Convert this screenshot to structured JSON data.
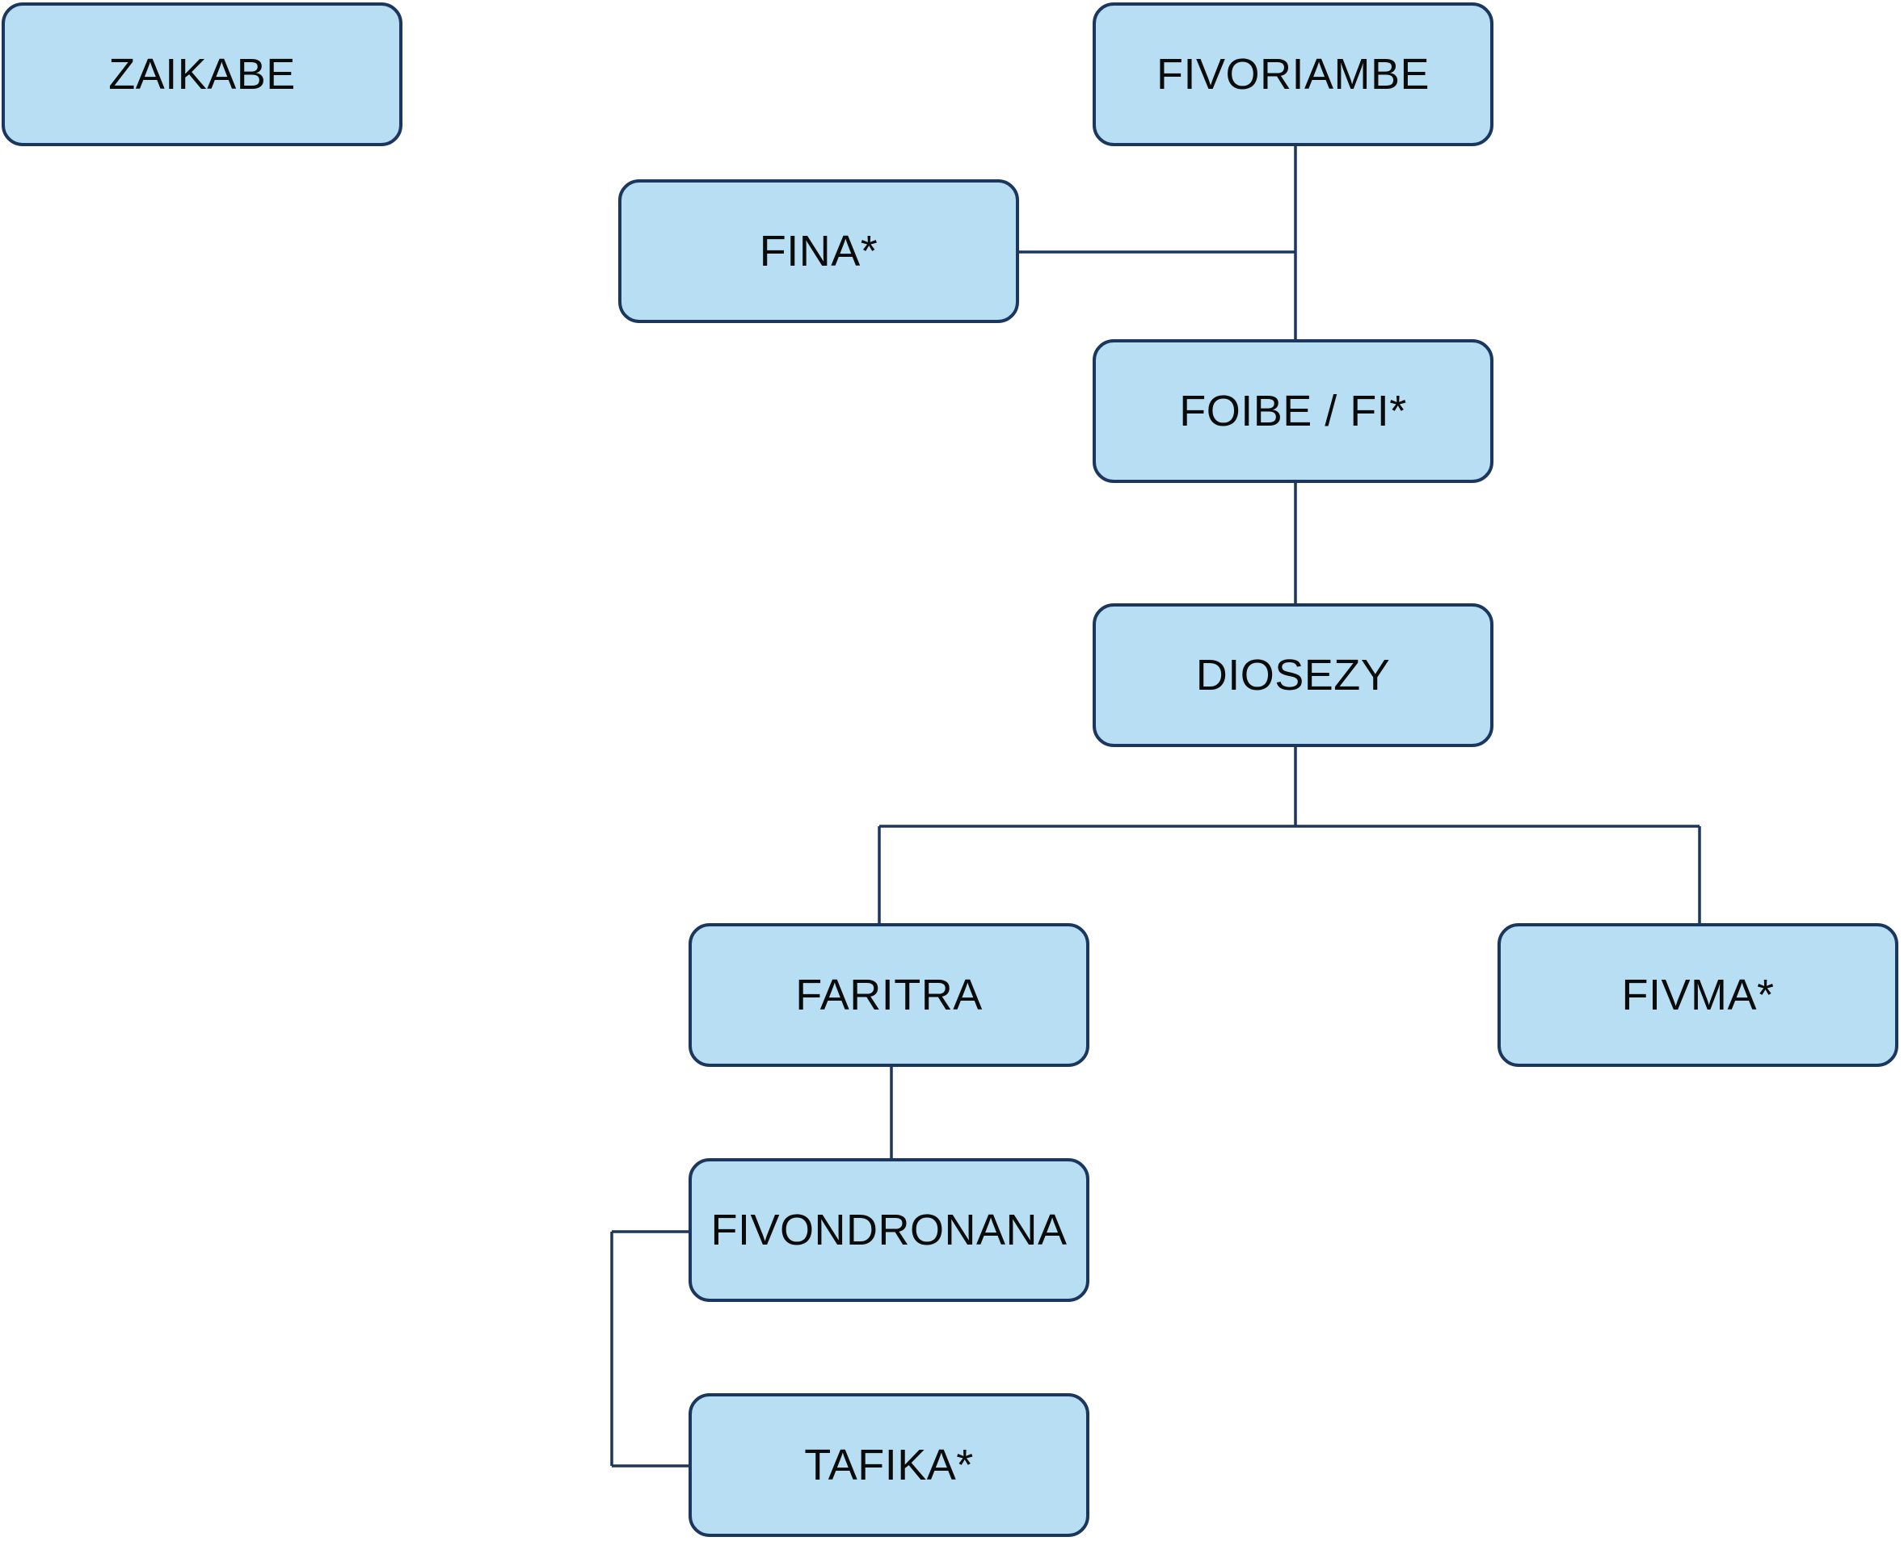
{
  "diagram": {
    "colors": {
      "node_fill": "#b7def2",
      "node_border": "#1c375e",
      "connector": "#1c375e",
      "text": "#0b0b0b"
    },
    "nodes": {
      "zaikabe": "ZAIKABE",
      "fivoriambe": "FIVORIAMBE",
      "fina": "FINA*",
      "foibe": "FOIBE / FI*",
      "diosezy": "DIOSEZY",
      "faritra": "FARITRA",
      "fivma": "FIVMA*",
      "fivondronana": "FIVONDRONANA",
      "tafika": "TAFIKA*"
    },
    "edges": [
      {
        "from": "fivoriambe",
        "to": "foibe"
      },
      {
        "from": "fivoriambe",
        "to": "fina"
      },
      {
        "from": "foibe",
        "to": "diosezy"
      },
      {
        "from": "diosezy",
        "to": "faritra"
      },
      {
        "from": "diosezy",
        "to": "fivma"
      },
      {
        "from": "faritra",
        "to": "fivondronana"
      },
      {
        "from": "fivondronana",
        "to": "tafika"
      }
    ]
  }
}
